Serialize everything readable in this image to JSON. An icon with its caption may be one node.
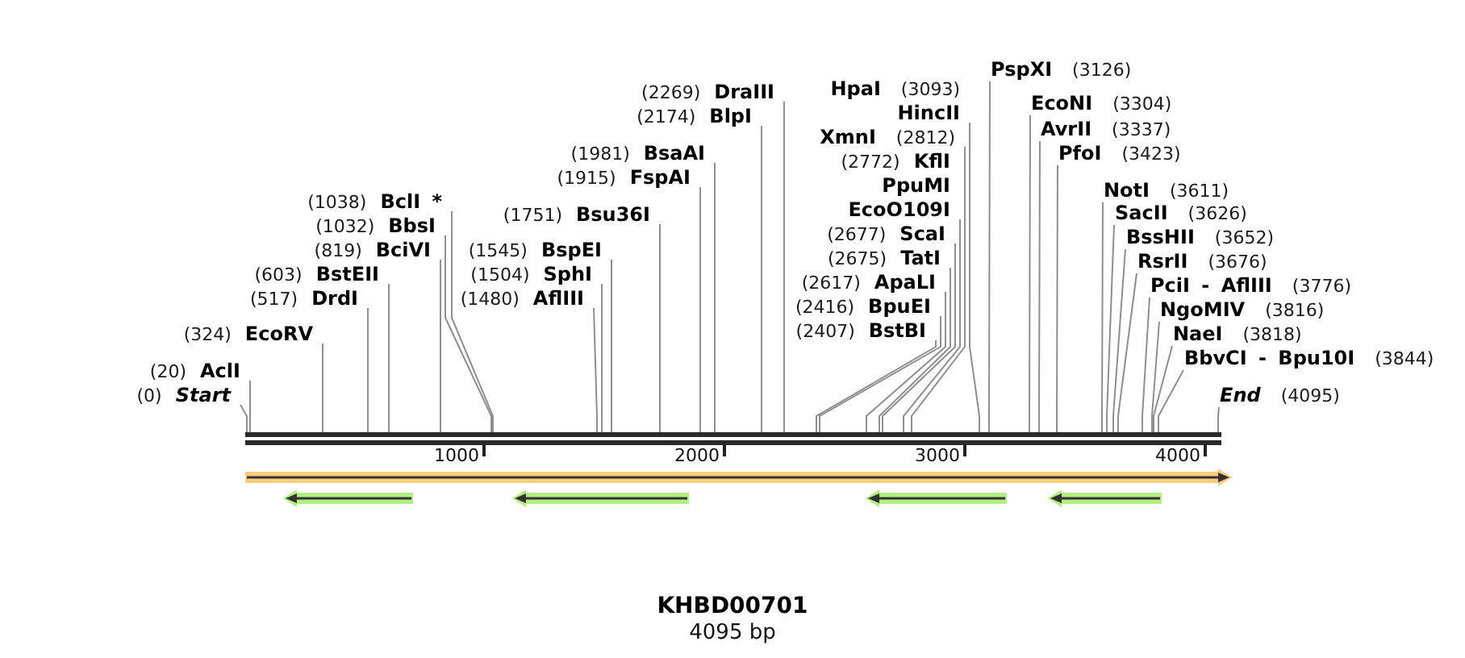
{
  "diagram": {
    "title": "KHBD00701",
    "caption": "4095 bp",
    "nodes": [
      {
        "text": [
          "(0)",
          "Start"
        ]
      },
      {
        "text": [
          "(20)",
          "AclI"
        ]
      },
      {
        "text": [
          "(324)",
          "EcoRV"
        ]
      },
      {
        "text": [
          "(517)",
          "DrdI"
        ]
      },
      {
        "text": [
          "(603)",
          "BstEII"
        ]
      },
      {
        "text": [
          "(819)",
          "BciVI"
        ]
      },
      {
        "text": [
          "(1032)",
          "BbsI"
        ]
      },
      {
        "text": [
          "(1038)",
          "BclI *"
        ]
      },
      {
        "text": [
          "(1480)",
          "AflIII"
        ]
      },
      {
        "text": [
          "(1504)",
          "SphI"
        ]
      },
      {
        "text": [
          "(1545)",
          "BspEI"
        ]
      },
      {
        "text": [
          "(1751)",
          "Bsu36I"
        ]
      },
      {
        "text": [
          "(1915)",
          "FspAI"
        ]
      },
      {
        "text": [
          "(1981)",
          "BsaAI"
        ]
      },
      {
        "text": [
          "(2174)",
          "BlpI"
        ]
      },
      {
        "text": [
          "(2269)",
          "DraIII"
        ]
      },
      {
        "text": [
          "(2407)",
          "BstBI"
        ]
      },
      {
        "text": [
          "(2416)",
          "BpuEI"
        ]
      },
      {
        "text": [
          "(2617)",
          "ApaLI"
        ]
      },
      {
        "text": [
          "(2675)",
          "TatI"
        ]
      },
      {
        "text": [
          "(2677)",
          "ScaI"
        ]
      },
      {
        "text": [
          "(2772)",
          "KflI",
          "PpuMI",
          "EcoO109I"
        ]
      },
      {
        "text": [
          "XmnI",
          "(2812)"
        ]
      },
      {
        "text": [
          "HpaI",
          "(3093)",
          "HincII"
        ]
      },
      {
        "text": [
          "PspXI",
          "(3126)"
        ]
      },
      {
        "text": [
          "EcoNI",
          "(3304)"
        ]
      },
      {
        "text": [
          "AvrII",
          "(3337)"
        ]
      },
      {
        "text": [
          "PfoI",
          "(3423)"
        ]
      },
      {
        "text": [
          "NotI",
          "(3611)"
        ]
      },
      {
        "text": [
          "SacII",
          "(3626)"
        ]
      },
      {
        "text": [
          "BssHII",
          "(3652)"
        ]
      },
      {
        "text": [
          "RsrII",
          "(3676)"
        ]
      },
      {
        "text": [
          "PciI - AflIII",
          "(3776)"
        ]
      },
      {
        "text": [
          "NgoMIV",
          "(3816)"
        ]
      },
      {
        "text": [
          "NaeI",
          "(3818)"
        ]
      },
      {
        "text": [
          "BbvCI - Bpu10I",
          "(3844)"
        ]
      },
      {
        "text": [
          "End",
          "(4095)"
        ]
      },
      {
        "text": [],
        "shape": "bar"
      }
    ],
    "edges": [
      {
        "from": 0,
        "to": 37,
        "arrow": "none"
      },
      {
        "from": 1,
        "to": 37,
        "arrow": "none"
      },
      {
        "from": 2,
        "to": 37,
        "arrow": "none"
      },
      {
        "from": 3,
        "to": 37,
        "arrow": "none"
      },
      {
        "from": 4,
        "to": 37,
        "arrow": "none"
      },
      {
        "from": 5,
        "to": 37,
        "arrow": "none"
      },
      {
        "from": 6,
        "to": 37,
        "arrow": "none"
      },
      {
        "from": 7,
        "to": 37,
        "arrow": "none"
      },
      {
        "from": 8,
        "to": 37,
        "arrow": "none"
      },
      {
        "from": 9,
        "to": 37,
        "arrow": "none"
      },
      {
        "from": 10,
        "to": 37,
        "arrow": "none"
      },
      {
        "from": 11,
        "to": 37,
        "arrow": "none"
      },
      {
        "from": 12,
        "to": 37,
        "arrow": "none"
      },
      {
        "from": 13,
        "to": 37,
        "arrow": "none"
      },
      {
        "from": 14,
        "to": 37,
        "arrow": "none"
      },
      {
        "from": 15,
        "to": 37,
        "arrow": "none"
      },
      {
        "from": 16,
        "to": 37,
        "arrow": "none"
      },
      {
        "from": 17,
        "to": 37,
        "arrow": "none"
      },
      {
        "from": 18,
        "to": 37,
        "arrow": "none"
      },
      {
        "from": 19,
        "to": 37,
        "arrow": "none"
      },
      {
        "from": 20,
        "to": 37,
        "arrow": "none"
      },
      {
        "from": 21,
        "to": 37,
        "arrow": "none"
      },
      {
        "from": 22,
        "to": 37,
        "arrow": "none"
      },
      {
        "from": 23,
        "to": 37,
        "arrow": "none"
      },
      {
        "from": 24,
        "to": 37,
        "arrow": "none"
      },
      {
        "from": 25,
        "to": 37,
        "arrow": "none"
      },
      {
        "from": 26,
        "to": 37,
        "arrow": "none"
      },
      {
        "from": 27,
        "to": 37,
        "arrow": "none"
      },
      {
        "from": 28,
        "to": 37,
        "arrow": "none"
      },
      {
        "from": 29,
        "to": 37,
        "arrow": "none"
      },
      {
        "from": 30,
        "to": 37,
        "arrow": "none"
      },
      {
        "from": 31,
        "to": 37,
        "arrow": "none"
      },
      {
        "from": 32,
        "to": 37,
        "arrow": "none"
      },
      {
        "from": 33,
        "to": 37,
        "arrow": "none"
      },
      {
        "from": 34,
        "to": 37,
        "arrow": "none"
      },
      {
        "from": 35,
        "to": 37,
        "arrow": "none"
      },
      {
        "from": 36,
        "to": 37,
        "arrow": "none"
      }
    ],
    "labels": [
      "1000",
      "2000",
      "3000",
      "4000"
    ]
  }
}
